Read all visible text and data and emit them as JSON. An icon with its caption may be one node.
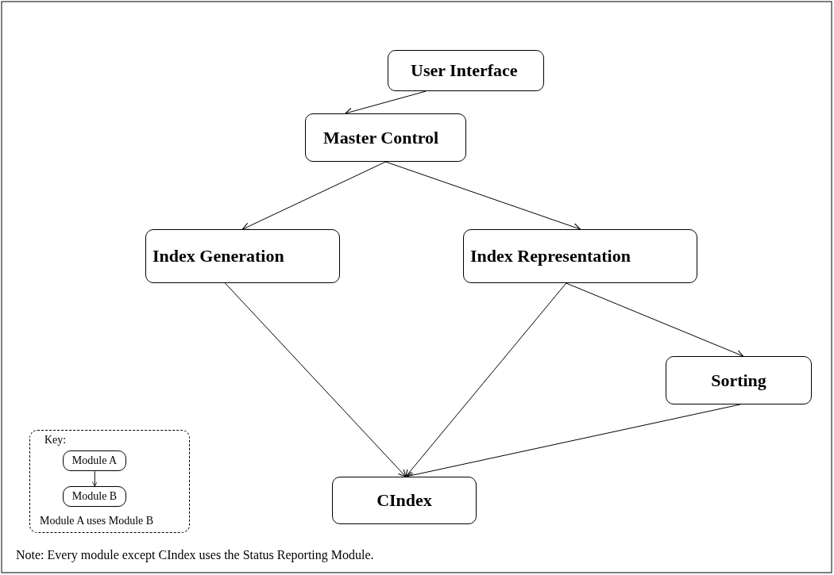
{
  "diagram": {
    "nodes": [
      {
        "text": [
          "User Interface"
        ]
      },
      {
        "text": [
          "Master Control"
        ]
      },
      {
        "text": [
          "Index Generation"
        ]
      },
      {
        "text": [
          "Index Representation"
        ]
      },
      {
        "text": [
          "Sorting"
        ]
      },
      {
        "text": [
          "CIndex"
        ]
      },
      {
        "text": [
          "Key:",
          "Module A uses Module B"
        ]
      },
      {
        "text": [
          "Module A"
        ],
        "in": 6
      },
      {
        "text": [
          "Module B"
        ],
        "in": 6
      }
    ],
    "edges": [
      {
        "from": 0,
        "to": 1,
        "arrow": "to"
      },
      {
        "from": 1,
        "to": 2,
        "arrow": "to"
      },
      {
        "from": 1,
        "to": 3,
        "arrow": "to"
      },
      {
        "from": 2,
        "to": 5,
        "arrow": "to"
      },
      {
        "from": 3,
        "to": 5,
        "arrow": "to"
      },
      {
        "from": 3,
        "to": 4,
        "arrow": "to"
      },
      {
        "from": 4,
        "to": 5,
        "arrow": "to"
      },
      {
        "from": 7,
        "to": 8,
        "arrow": "to"
      }
    ],
    "labels": [
      "Note: Every module except CIndex uses the Status Reporting Module."
    ]
  }
}
